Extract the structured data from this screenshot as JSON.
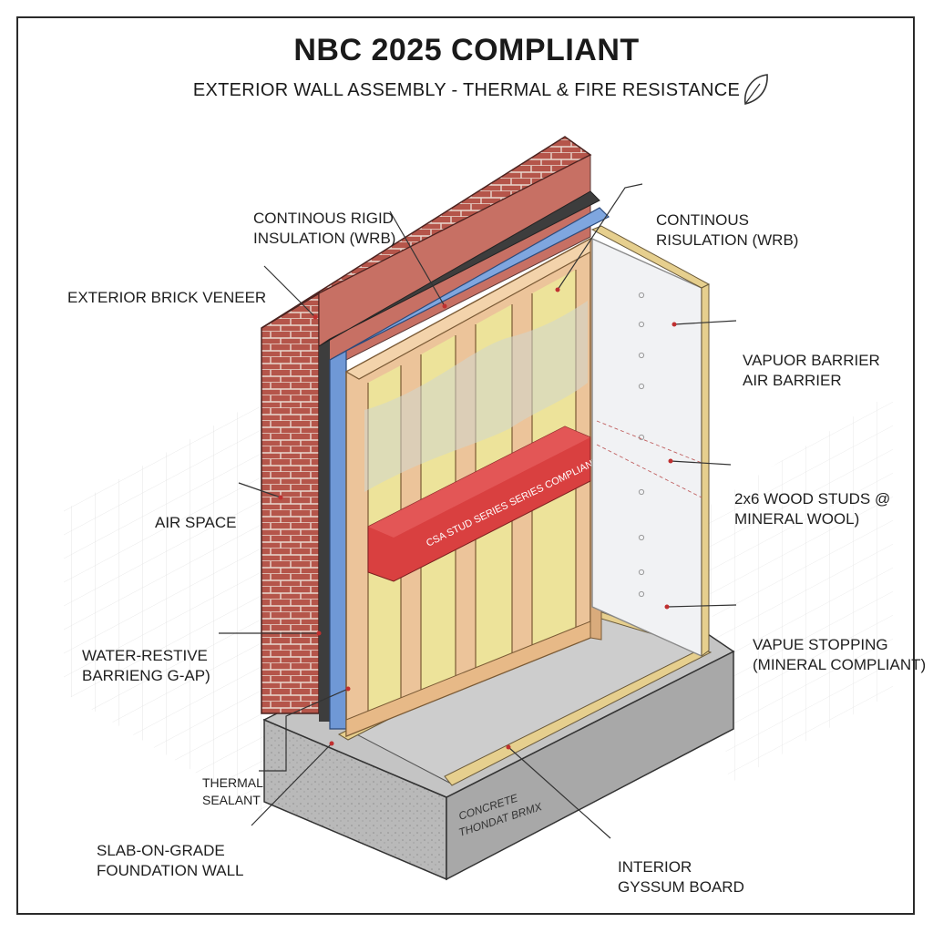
{
  "title": "NBC 2025 COMPLIANT",
  "subtitle": "EXTERIOR WALL ASSEMBLY - THERMAL & FIRE RESISTANCE",
  "icons": {
    "leaf": "leaf-icon"
  },
  "colors": {
    "brick": "#b5554a",
    "mortar": "#e9d8cf",
    "wrb_dark": "#3d3d3d",
    "insulation_blue": "#6f98d6",
    "stud_wood": "#ecc49a",
    "batt_yellow": "#ede39a",
    "fire_band": "#d94040",
    "gypsum": "#f1f2f4",
    "concrete": "#b4b4b4"
  },
  "labels": {
    "continuous_rigid_1": "CONTINOUS RIGID",
    "continuous_rigid_2": "INSULATION (WRB)",
    "continuous_right_1": "CONTINOUS",
    "continuous_right_2": "RISULATION (WRB)",
    "brick_veneer": "EXTERIOR BRICK VENEER",
    "vapor_1": "VAPUOR BARRIER",
    "vapor_2": "AIR BARRIER",
    "air_space": "AIR SPACE",
    "studs_1": "2x6 WOOD STUDS @",
    "studs_2": "MINERAL WOOL)",
    "water_1": "WATER-RESTIVE",
    "water_2": "BARRIENG G-AP)",
    "vapue_1": "VAPUE STOPPING",
    "vapue_2": "(MINERAL COMPLIANT)",
    "sealant_1": "THERMAL",
    "sealant_2": "SEALANT",
    "slab_1": "SLAB-ON-GRADE",
    "slab_2": "FOUNDATION WALL",
    "gypsum_1": "INTERIOR",
    "gypsum_2": "GYSSUM BOARD",
    "band_text": "CSA STUD SERIES SERIES COMPLIANT)",
    "concrete_1": "CONCRETE",
    "concrete_2": "THONDAT BRMX"
  }
}
